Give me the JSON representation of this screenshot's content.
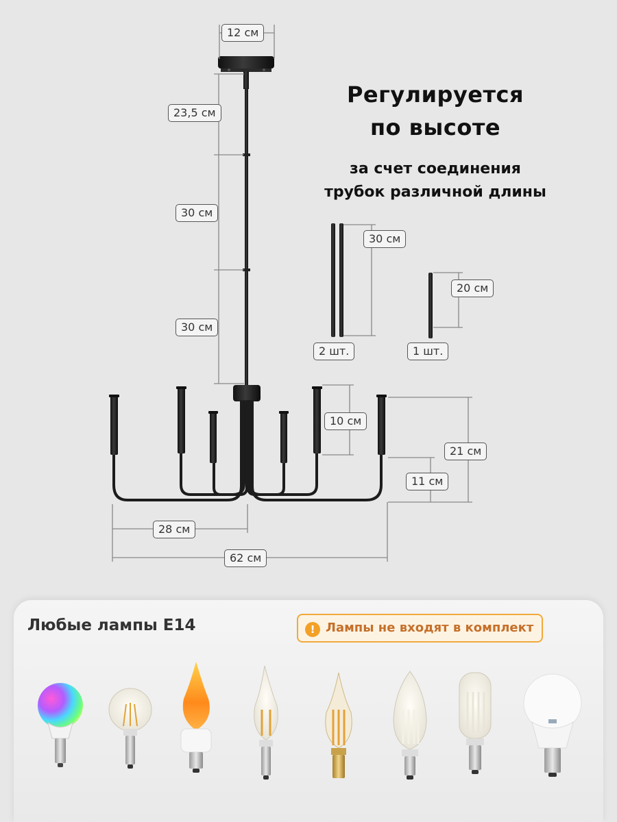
{
  "headline": {
    "title_line1": "Регулируется",
    "title_line2": "по высоте",
    "subtitle_line1": "за счет соединения",
    "subtitle_line2": "трубок различной длины"
  },
  "dimensions": {
    "canopy_diameter": "12 см",
    "rod_top": "23,5 см",
    "rod_middle": "30 см",
    "rod_lower": "30 см",
    "candle_height": "10 см",
    "total_arm_height": "21 см",
    "arm_rise": "11 см",
    "radius": "28 см",
    "total_width": "62 см"
  },
  "extra_rods": [
    {
      "length": "30 см",
      "quantity": "2 шт."
    },
    {
      "length": "20 см",
      "quantity": "1 шт."
    }
  ],
  "bulbs_section": {
    "title": "Любые лампы E14",
    "warning_icon": "exclamation-circle-icon",
    "warning": "Лампы не входят в комплект",
    "bulb_types": [
      "rgb-globe-icon",
      "filament-globe-icon",
      "flame-effect-icon",
      "wind-candle-icon",
      "wind-candle-amber-icon",
      "candle-filament-icon",
      "tubular-filament-icon",
      "led-globe-icon"
    ]
  },
  "colors": {
    "background": "#e7e7e7",
    "fixture": "#1e1e1e",
    "warning_border": "#f0a93a",
    "warning_text": "#c5702a"
  }
}
